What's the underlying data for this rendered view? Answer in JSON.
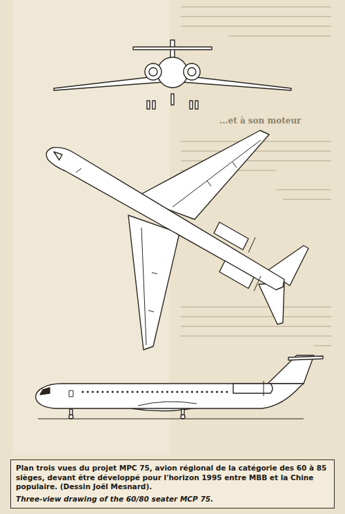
{
  "diagram": {
    "nodes": [
      {
        "text": [
          "Plan trois vues du projet MPC 75, avion régional de la catégorie des 60 à 85 sièges, devant être développé pour l'horizon 1995 entre MBB et la Chine populaire. (Dessin Joël Mesnard).",
          "Three-view drawing of the 60/80 seater MCP 75."
        ]
      }
    ],
    "labels": [
      "...et à son moteur"
    ]
  }
}
